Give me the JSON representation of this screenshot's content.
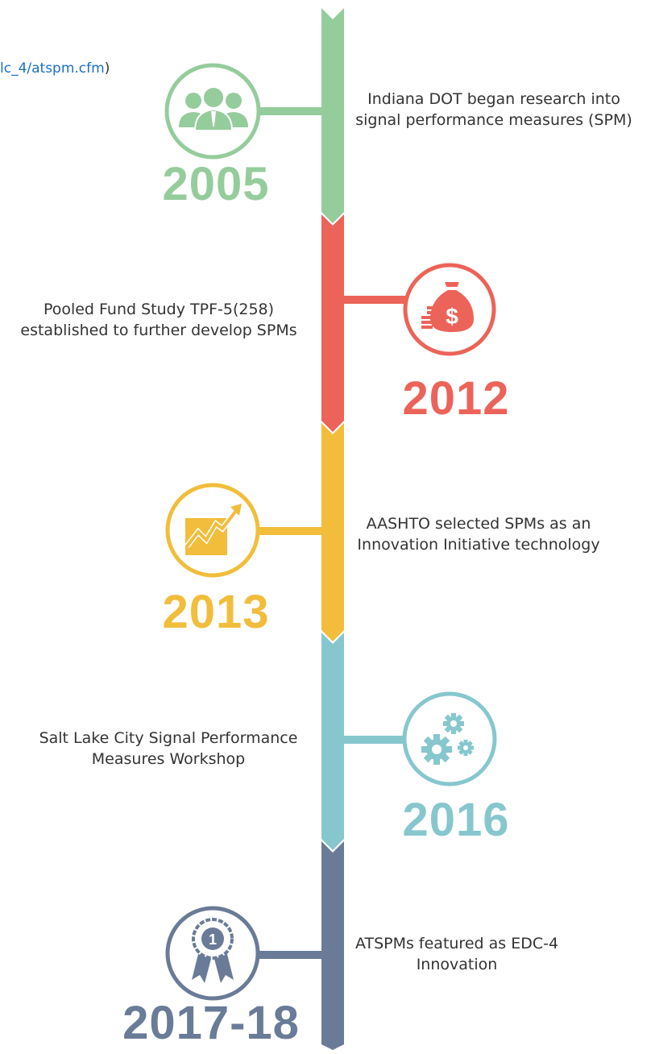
{
  "link": {
    "text": "lc_4/atspm.cfm",
    "close_paren": ")"
  },
  "colors": {
    "green": "#95cc9c",
    "red": "#ec6359",
    "yellow": "#f1bd3b",
    "teal": "#86c7ce",
    "slate": "#6a7b97"
  },
  "timeline": [
    {
      "year": "2005",
      "line1": "Indiana DOT began research into",
      "line2": "signal performance measures (SPM)",
      "icon": "people-icon",
      "color": "#95cc9c"
    },
    {
      "year": "2012",
      "line1": "Pooled Fund Study TPF-5(258)",
      "line2": "established to further develop SPMs",
      "icon": "money-bag-icon",
      "color": "#ec6359"
    },
    {
      "year": "2013",
      "line1": "AASHTO selected SPMs as an",
      "line2": "Innovation Initiative technology",
      "icon": "growth-chart-icon",
      "color": "#f1bd3b"
    },
    {
      "year": "2016",
      "line1": "Salt Lake City Signal Performance",
      "line2": "Measures Workshop",
      "icon": "gears-icon",
      "color": "#86c7ce"
    },
    {
      "year": "2017-18",
      "line1": "ATSPMs featured as EDC-4",
      "line2": "Innovation",
      "icon": "award-ribbon-icon",
      "color": "#6a7b97"
    }
  ]
}
